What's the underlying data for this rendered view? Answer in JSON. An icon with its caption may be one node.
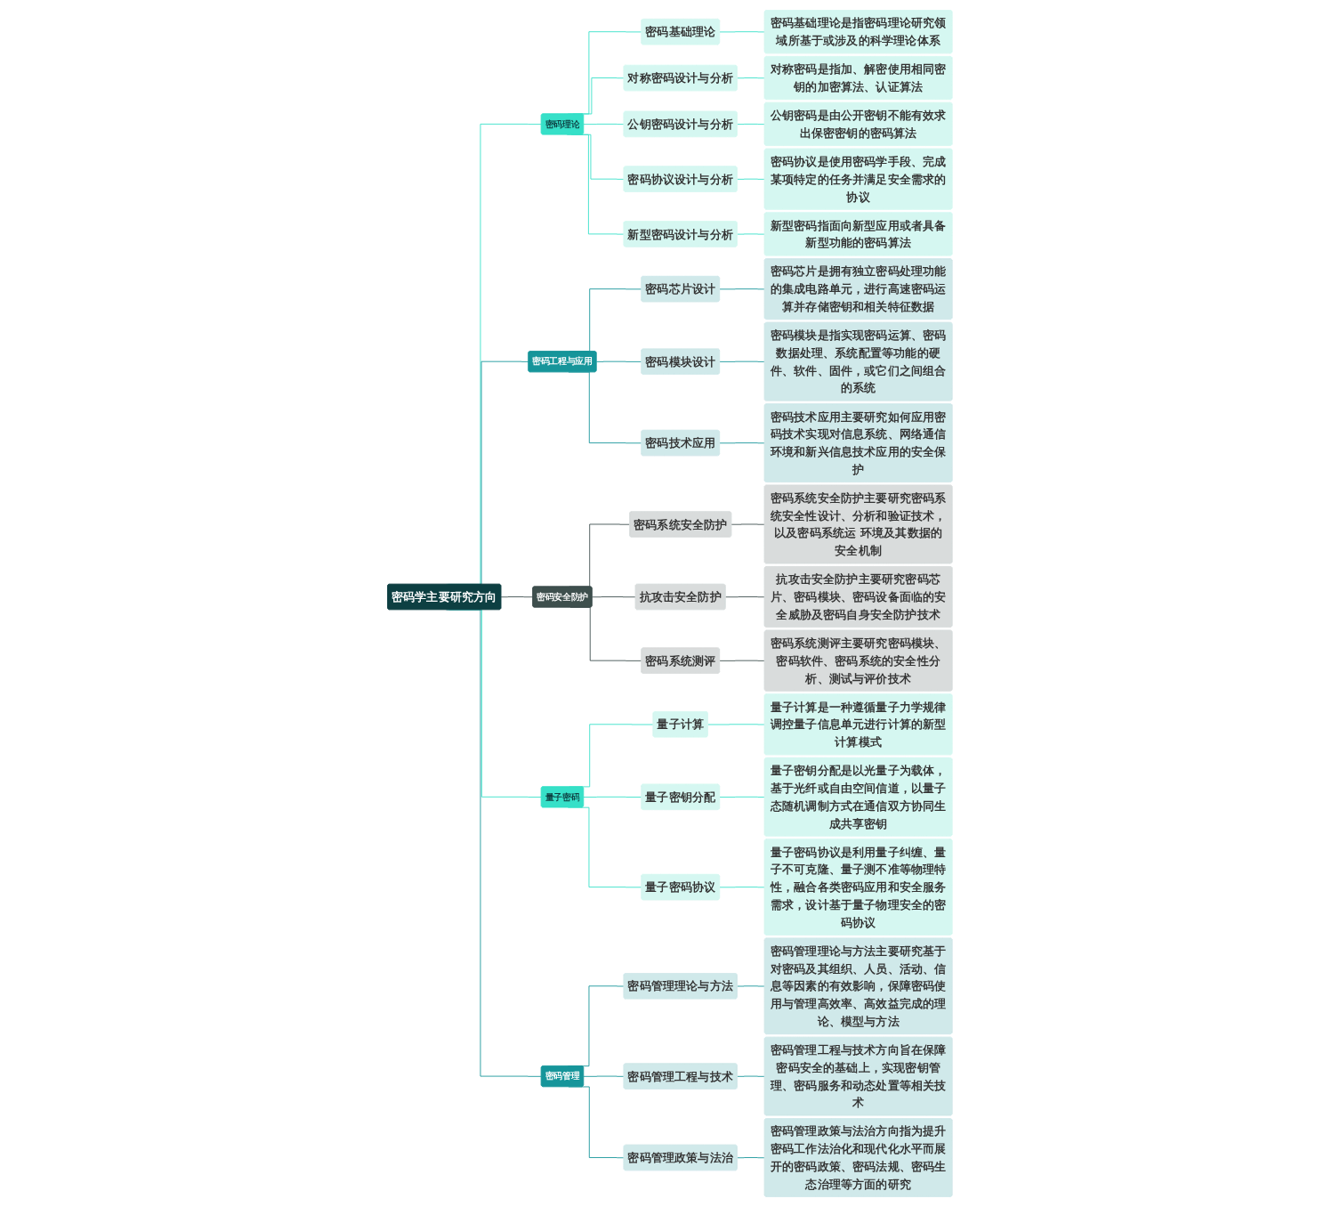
{
  "diagram": {
    "nodes": [
      {
        "text": [
          "密码学主要研究方向"
        ]
      },
      {
        "text": [
          "密码理论"
        ]
      },
      {
        "text": [
          "密码基础理论"
        ]
      },
      {
        "text": [
          "密码基础理论是指密码理论研究领域所基于或涉及的科学理论体系"
        ]
      },
      {
        "text": [
          "对称密码设计与分析"
        ]
      },
      {
        "text": [
          "对称密码是指加、解密使用相同密钥的加密算法、认证算法"
        ]
      },
      {
        "text": [
          "公钥密码设计与分析"
        ]
      },
      {
        "text": [
          "公钥密码是由公开密钥不能有效求出保密密钥的密码算法"
        ]
      },
      {
        "text": [
          "密码协议设计与分析"
        ]
      },
      {
        "text": [
          "密码协议是使用密码学手段、完成某项特定的任务并满足安全需求的协议"
        ]
      },
      {
        "text": [
          "新型密码设计与分析"
        ]
      },
      {
        "text": [
          "新型密码指面向新型应用或者具备新型功能的密码算法"
        ]
      },
      {
        "text": [
          "密码工程与应用"
        ]
      },
      {
        "text": [
          "密码芯片设计"
        ]
      },
      {
        "text": [
          "密码芯片是拥有独立密码处理功能的集成电路单元，进行高速密码运算并存储密钥和相关特征数据"
        ]
      },
      {
        "text": [
          "密码模块设计"
        ]
      },
      {
        "text": [
          "密码模块是指实现密码运算、密码数据处理、系统配置等功能的硬件、软件、固件，或它们之间组合的系统"
        ]
      },
      {
        "text": [
          "密码技术应用"
        ]
      },
      {
        "text": [
          "密码技术应用主要研究如何应用密码技术实现对信息系统、网络通信环境和新兴信息技术应用的安全保护"
        ]
      },
      {
        "text": [
          "密码安全防护"
        ]
      },
      {
        "text": [
          "密码系统安全防护"
        ]
      },
      {
        "text": [
          "密码系统安全防护主要研究密码系统安全性设计、分析和验证技术，以及密码系统运 环境及其数据的安全机制"
        ]
      },
      {
        "text": [
          "抗攻击安全防护"
        ]
      },
      {
        "text": [
          "抗攻击安全防护主要研究密码芯片、密码模块、密码设备面临的安全威胁及密码自身安全防护技术"
        ]
      },
      {
        "text": [
          "密码系统测评"
        ]
      },
      {
        "text": [
          "密码系统测评主要研究密码模块、密码软件、密码系统的安全性分析、测试与评价技术"
        ]
      },
      {
        "text": [
          "量子密码"
        ]
      },
      {
        "text": [
          "量子计算"
        ]
      },
      {
        "text": [
          "量子计算是一种遵循量子力学规律调控量子信息单元进行计算的新型计算模式"
        ]
      },
      {
        "text": [
          "量子密钥分配"
        ]
      },
      {
        "text": [
          "量子密钥分配是以光量子为载体，基于光纤或自由空间信道，以量子态随机调制方式在通信双方协同生成共享密钥"
        ]
      },
      {
        "text": [
          "量子密码协议"
        ]
      },
      {
        "text": [
          "量子密码协议是利用量子纠缠、量子不可克隆、量子测不准等物理特性，融合各类密码应用和安全服务需求，设计基于量子物理安全的密码协议"
        ]
      },
      {
        "text": [
          "密码管理"
        ]
      },
      {
        "text": [
          "密码管理理论与方法"
        ]
      },
      {
        "text": [
          "密码管理理论与方法主要研究基于对密码及其组织、人员、活动、信息等因素的有效影响，保障密码使用与管理高效率、高效益完成的理论、模型与方法"
        ]
      },
      {
        "text": [
          "密码管理工程与技术"
        ]
      },
      {
        "text": [
          "密码管理工程与技术方向旨在保障密码安全的基础上，实现密钥管理、密码服务和动态处置等相关技术"
        ]
      },
      {
        "text": [
          "密码管理政策与法治"
        ]
      },
      {
        "text": [
          "密码管理政策与法治方向指为提升密码工作法治化和现代化水平而展开的密码政策、密码法规、密码生态治理等方面的研究"
        ]
      }
    ],
    "edges": [
      {
        "from": 0,
        "to": 1,
        "arrow": "none"
      },
      {
        "from": 1,
        "to": 2,
        "arrow": "none"
      },
      {
        "from": 2,
        "to": 3,
        "arrow": "none"
      },
      {
        "from": 1,
        "to": 4,
        "arrow": "none"
      },
      {
        "from": 4,
        "to": 5,
        "arrow": "none"
      },
      {
        "from": 1,
        "to": 6,
        "arrow": "none"
      },
      {
        "from": 6,
        "to": 7,
        "arrow": "none"
      },
      {
        "from": 1,
        "to": 8,
        "arrow": "none"
      },
      {
        "from": 8,
        "to": 9,
        "arrow": "none"
      },
      {
        "from": 1,
        "to": 10,
        "arrow": "none"
      },
      {
        "from": 10,
        "to": 11,
        "arrow": "none"
      },
      {
        "from": 0,
        "to": 12,
        "arrow": "none",
        "color": "#16959a"
      },
      {
        "from": 12,
        "to": 13,
        "arrow": "none",
        "color": "#16959a"
      },
      {
        "from": 13,
        "to": 14,
        "arrow": "none",
        "color": "#16959a"
      },
      {
        "from": 12,
        "to": 15,
        "arrow": "none",
        "color": "#16959a"
      },
      {
        "from": 15,
        "to": 16,
        "arrow": "none",
        "color": "#16959a"
      },
      {
        "from": 12,
        "to": 17,
        "arrow": "none",
        "color": "#16959a"
      },
      {
        "from": 17,
        "to": 18,
        "arrow": "none",
        "color": "#16959a"
      },
      {
        "from": 0,
        "to": 19,
        "arrow": "none",
        "color": "#3e4f4d"
      },
      {
        "from": 19,
        "to": 20,
        "arrow": "none",
        "color": "#3e4f4d"
      },
      {
        "from": 20,
        "to": 21,
        "arrow": "none",
        "color": "#3e4f4d"
      },
      {
        "from": 19,
        "to": 22,
        "arrow": "none",
        "color": "#3e4f4d"
      },
      {
        "from": 22,
        "to": 23,
        "arrow": "none",
        "color": "#3e4f4d"
      },
      {
        "from": 19,
        "to": 24,
        "arrow": "none",
        "color": "#3e4f4d"
      },
      {
        "from": 24,
        "to": 25,
        "arrow": "none",
        "color": "#3e4f4d"
      },
      {
        "from": 0,
        "to": 26,
        "arrow": "none"
      },
      {
        "from": 26,
        "to": 27,
        "arrow": "none"
      },
      {
        "from": 27,
        "to": 28,
        "arrow": "none"
      },
      {
        "from": 26,
        "to": 29,
        "arrow": "none"
      },
      {
        "from": 29,
        "to": 30,
        "arrow": "none"
      },
      {
        "from": 26,
        "to": 31,
        "arrow": "none"
      },
      {
        "from": 31,
        "to": 32,
        "arrow": "none"
      },
      {
        "from": 0,
        "to": 33,
        "arrow": "none",
        "color": "#16959a"
      },
      {
        "from": 33,
        "to": 34,
        "arrow": "none",
        "color": "#16959a"
      },
      {
        "from": 34,
        "to": 35,
        "arrow": "none",
        "color": "#16959a"
      },
      {
        "from": 33,
        "to": 36,
        "arrow": "none",
        "color": "#16959a"
      },
      {
        "from": 36,
        "to": 37,
        "arrow": "none",
        "color": "#16959a"
      },
      {
        "from": 33,
        "to": 38,
        "arrow": "none",
        "color": "#16959a"
      },
      {
        "from": 38,
        "to": 39,
        "arrow": "none",
        "color": "#16959a"
      }
    ]
  }
}
